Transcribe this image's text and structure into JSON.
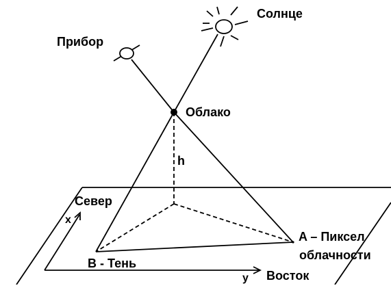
{
  "labels": {
    "sun": "Солнце",
    "device": "Прибор",
    "cloud": "Облако",
    "height": "h",
    "north": "Север",
    "x_axis": "x",
    "y_axis": "y",
    "east": "Восток",
    "shadow": "B - Тень",
    "pixel_line1": "A – Пиксел",
    "pixel_line2": "облачности"
  },
  "icons": {
    "sun": "sun-icon",
    "device": "device-icon"
  }
}
